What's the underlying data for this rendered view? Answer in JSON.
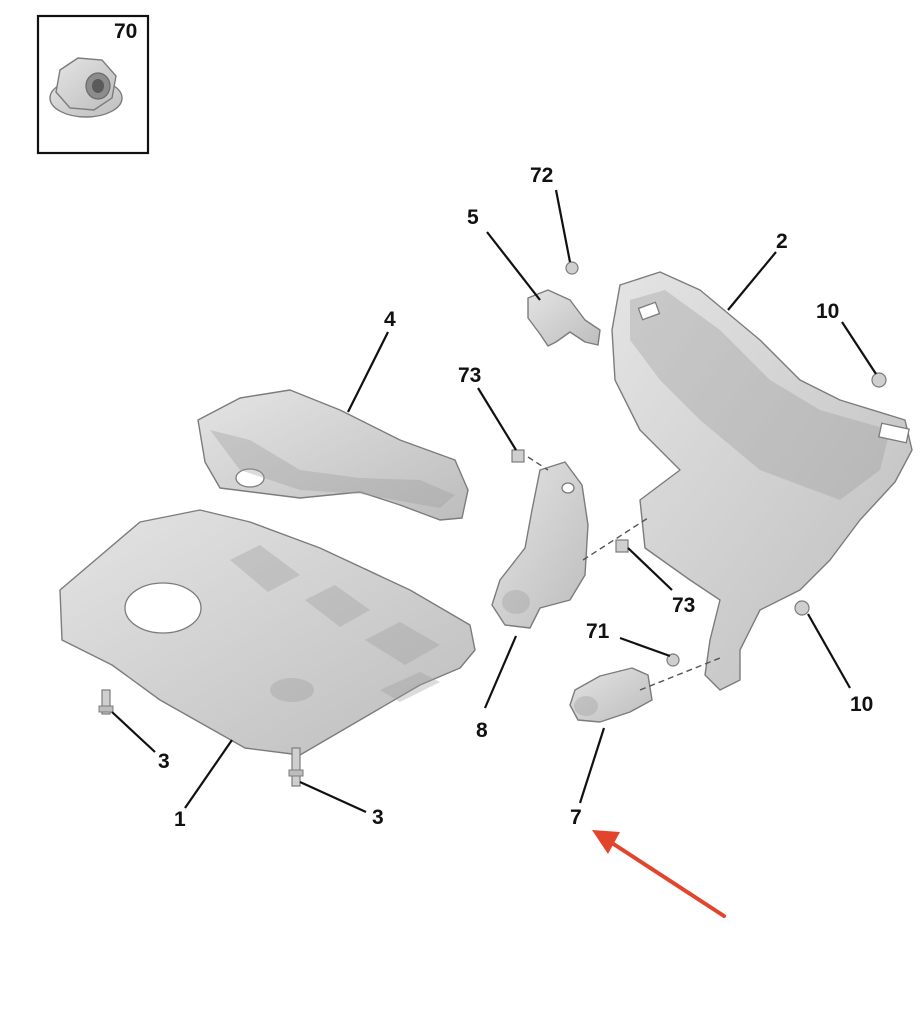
{
  "diagram": {
    "inset": {
      "label": "70",
      "icon": "flange-nut-icon"
    },
    "labels": {
      "l1": "1",
      "l2": "2",
      "l3a": "3",
      "l3b": "3",
      "l4": "4",
      "l5": "5",
      "l7": "7",
      "l8": "8",
      "l10a": "10",
      "l10b": "10",
      "l71": "71",
      "l72": "72",
      "l73a": "73",
      "l73b": "73"
    },
    "colors": {
      "part_fill": "#d2d2d2",
      "part_stroke": "#7c7c7c",
      "label": "#111111",
      "arrow": "#e2452c"
    },
    "highlight": {
      "target": "7",
      "icon": "red-arrow-icon"
    }
  }
}
